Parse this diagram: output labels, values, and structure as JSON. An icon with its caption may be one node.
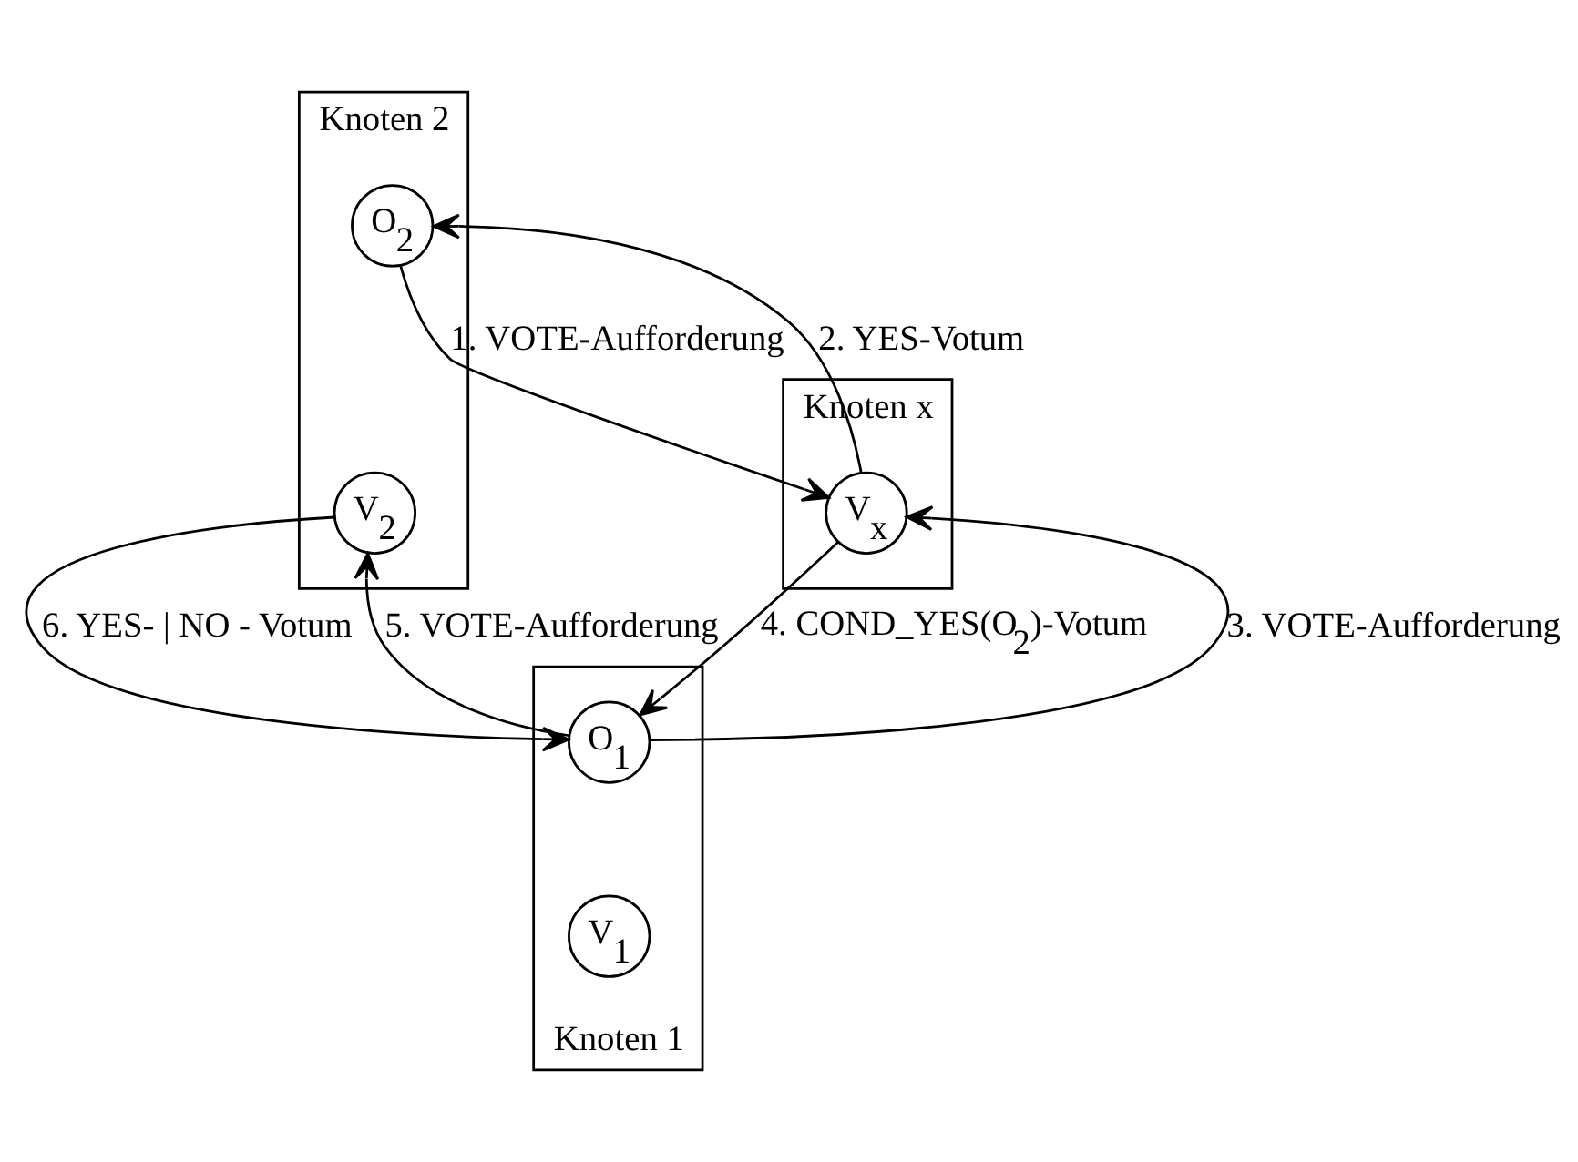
{
  "diagram": {
    "nodes": [
      {
        "text": [
          "Knoten 2"
        ]
      },
      {
        "text": [
          "O$_{2}$"
        ],
        "in": 0
      },
      {
        "text": [
          "V$_{2}$"
        ],
        "in": 0
      },
      {
        "text": [
          "Knoten x"
        ]
      },
      {
        "text": [
          "V$_{x}$"
        ],
        "in": 3
      },
      {
        "text": [
          "Knoten 1"
        ]
      },
      {
        "text": [
          "O$_{1}$"
        ],
        "in": 5
      },
      {
        "text": [
          "V$_{1}$"
        ],
        "in": 5
      }
    ],
    "edges": [
      {
        "from": 1,
        "to": 4,
        "arrow": "to",
        "label": "1. VOTE-Aufforderung"
      },
      {
        "from": 4,
        "to": 1,
        "arrow": "to",
        "label": "2. YES-Votum"
      },
      {
        "from": 6,
        "to": 4,
        "arrow": "to",
        "label": "3. VOTE-Aufforderung"
      },
      {
        "from": 4,
        "to": 6,
        "arrow": "to",
        "label": "4. COND_YES(O$_{2}$)-Votum"
      },
      {
        "from": 6,
        "to": 2,
        "arrow": "to",
        "label": "5. VOTE-Aufforderung"
      },
      {
        "from": 2,
        "to": 6,
        "arrow": "to",
        "label": "6. YES- | NO - Votum"
      }
    ]
  }
}
